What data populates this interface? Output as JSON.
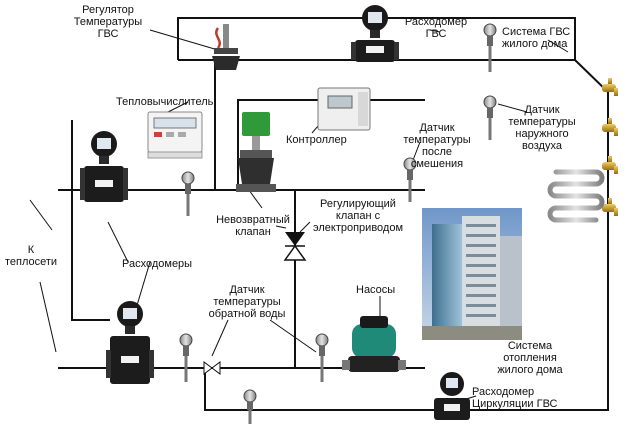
{
  "labels": {
    "regulator": [
      "Регулятор",
      "Температуры",
      "ГВС"
    ],
    "flowmeter_gvs": [
      "Расходомер",
      "ГВС"
    ],
    "system_gvs": [
      "Система ГВС",
      "жилого дома"
    ],
    "heat_computer": "Тепловычислитель",
    "controller": "Контроллер",
    "outdoor_sensor": [
      "Датчик",
      "температуры",
      "наружного",
      "воздуха"
    ],
    "mixing_sensor": [
      "Датчик",
      "температуры",
      "после",
      "смешения"
    ],
    "check_valve": [
      "Невозвратный",
      "клапан"
    ],
    "control_valve": [
      "Регулирующий",
      "клапан с",
      "электроприводом"
    ],
    "to_network": [
      "К",
      "теплосети"
    ],
    "flowmeters": "Расходомеры",
    "return_sensor": [
      "Датчик",
      "температуры",
      "обратной воды"
    ],
    "pumps": "Насосы",
    "heating_system": [
      "Система",
      "отопления",
      "жилого дома"
    ],
    "circulation_flowmeter": [
      "Расходомер",
      "Циркуляции ГВС"
    ]
  },
  "colors": {
    "pipe": "#111111",
    "meter_body": "#1c1c1c",
    "pump_green": "#1f8a78",
    "valve_green": "#2e9a3a",
    "faucet_gold": "#c79a2a",
    "building_sky": "#8fb0d6"
  }
}
